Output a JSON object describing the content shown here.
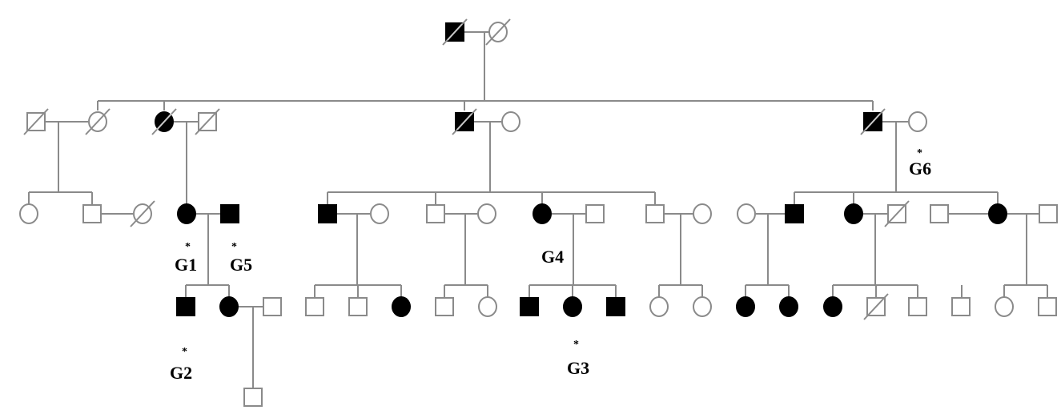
{
  "title": "",
  "legend": [],
  "individuals": [
    {
      "id": "I-1",
      "sex": "male",
      "affected": true,
      "deceased": true
    },
    {
      "id": "I-2",
      "sex": "female",
      "affected": false,
      "deceased": true
    },
    {
      "id": "II-1",
      "sex": "male",
      "affected": false,
      "deceased": true
    },
    {
      "id": "II-2",
      "sex": "female",
      "affected": false,
      "deceased": true
    },
    {
      "id": "II-3",
      "sex": "female",
      "affected": true,
      "deceased": true
    },
    {
      "id": "II-4",
      "sex": "male",
      "affected": false,
      "deceased": true
    },
    {
      "id": "II-5",
      "sex": "male",
      "affected": true,
      "deceased": true
    },
    {
      "id": "II-6",
      "sex": "female",
      "affected": false,
      "deceased": false
    },
    {
      "id": "II-7",
      "sex": "male",
      "affected": true,
      "deceased": true
    },
    {
      "id": "II-8",
      "sex": "female",
      "affected": false,
      "deceased": false,
      "sample": "G6"
    },
    {
      "id": "III-1",
      "sex": "female",
      "affected": false,
      "deceased": false
    },
    {
      "id": "III-2",
      "sex": "male",
      "affected": false,
      "deceased": false
    },
    {
      "id": "III-3",
      "sex": "female",
      "affected": false,
      "deceased": true
    },
    {
      "id": "III-4",
      "sex": "female",
      "affected": true,
      "deceased": false,
      "sample": "G1"
    },
    {
      "id": "III-5",
      "sex": "male",
      "affected": true,
      "deceased": false,
      "sample": "G5"
    },
    {
      "id": "III-6",
      "sex": "male",
      "affected": true,
      "deceased": false
    },
    {
      "id": "III-7",
      "sex": "female",
      "affected": false,
      "deceased": false
    },
    {
      "id": "III-8",
      "sex": "male",
      "affected": false,
      "deceased": false
    },
    {
      "id": "III-9",
      "sex": "female",
      "affected": false,
      "deceased": false
    },
    {
      "id": "III-10",
      "sex": "female",
      "affected": true,
      "deceased": false,
      "sample": "G4"
    },
    {
      "id": "III-11",
      "sex": "male",
      "affected": false,
      "deceased": false
    },
    {
      "id": "III-12",
      "sex": "male",
      "affected": false,
      "deceased": false
    },
    {
      "id": "III-13",
      "sex": "female",
      "affected": false,
      "deceased": false
    },
    {
      "id": "III-14",
      "sex": "female",
      "affected": false,
      "deceased": false
    },
    {
      "id": "III-15",
      "sex": "male",
      "affected": true,
      "deceased": false
    },
    {
      "id": "III-16",
      "sex": "female",
      "affected": true,
      "deceased": false
    },
    {
      "id": "III-17",
      "sex": "male",
      "affected": false,
      "deceased": true
    },
    {
      "id": "III-18",
      "sex": "male",
      "affected": false,
      "deceased": false
    },
    {
      "id": "III-19",
      "sex": "female",
      "affected": true,
      "deceased": false
    },
    {
      "id": "III-20",
      "sex": "male",
      "affected": false,
      "deceased": false
    },
    {
      "id": "IV-1",
      "sex": "male",
      "affected": true,
      "deceased": false,
      "sample": "G2"
    },
    {
      "id": "IV-2",
      "sex": "female",
      "affected": true,
      "deceased": false
    },
    {
      "id": "IV-3",
      "sex": "male",
      "affected": false,
      "deceased": false
    },
    {
      "id": "IV-4",
      "sex": "male",
      "affected": false,
      "deceased": false
    },
    {
      "id": "IV-5",
      "sex": "male",
      "affected": false,
      "deceased": false
    },
    {
      "id": "IV-6",
      "sex": "female",
      "affected": true,
      "deceased": false
    },
    {
      "id": "IV-7",
      "sex": "male",
      "affected": false,
      "deceased": false
    },
    {
      "id": "IV-8",
      "sex": "female",
      "affected": false,
      "deceased": false
    },
    {
      "id": "IV-9",
      "sex": "male",
      "affected": true,
      "deceased": false
    },
    {
      "id": "IV-10",
      "sex": "female",
      "affected": true,
      "deceased": false,
      "sample": "G3"
    },
    {
      "id": "IV-11",
      "sex": "male",
      "affected": true,
      "deceased": false
    },
    {
      "id": "IV-12",
      "sex": "female",
      "affected": false,
      "deceased": false
    },
    {
      "id": "IV-13",
      "sex": "female",
      "affected": false,
      "deceased": false
    },
    {
      "id": "IV-14",
      "sex": "female",
      "affected": true,
      "deceased": false
    },
    {
      "id": "IV-15",
      "sex": "female",
      "affected": true,
      "deceased": false
    },
    {
      "id": "IV-16",
      "sex": "female",
      "affected": true,
      "deceased": false
    },
    {
      "id": "IV-17",
      "sex": "male",
      "affected": false,
      "deceased": true
    },
    {
      "id": "IV-18",
      "sex": "male",
      "affected": false,
      "deceased": false
    },
    {
      "id": "IV-19",
      "sex": "male",
      "affected": false,
      "deceased": false
    },
    {
      "id": "IV-20",
      "sex": "female",
      "affected": false,
      "deceased": false
    },
    {
      "id": "IV-21",
      "sex": "male",
      "affected": false,
      "deceased": false
    },
    {
      "id": "V-1",
      "sex": "male",
      "affected": false,
      "deceased": false
    }
  ],
  "sample_labels": {
    "g1": "G1",
    "g2": "G2",
    "g3": "G3",
    "g4": "G4",
    "g5": "G5",
    "g6": "G6"
  },
  "sample_marker": "*",
  "colors": {
    "line": "#8a8a8a",
    "affected": "#000000",
    "unaffected": "#ffffff"
  }
}
